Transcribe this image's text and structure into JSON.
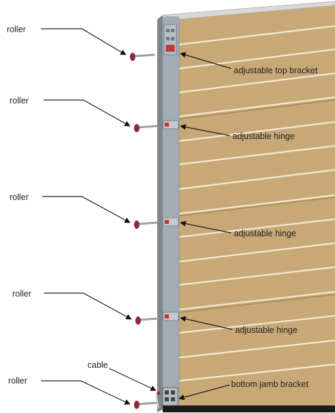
{
  "labels": {
    "roller": "roller",
    "adjustable_top_bracket": "adjustable top bracket",
    "adjustable_hinge": "adjustable hinge",
    "cable": "cable",
    "bottom_jamb_bracket": "bottom jamb bracket"
  },
  "colors": {
    "panel": "#c9a877",
    "panel_line": "#f3ead9",
    "stile": "#9aa4ac",
    "stile_dark": "#6e7780",
    "roller_head": "#8a2a3a",
    "bracket_red": "#c33"
  }
}
